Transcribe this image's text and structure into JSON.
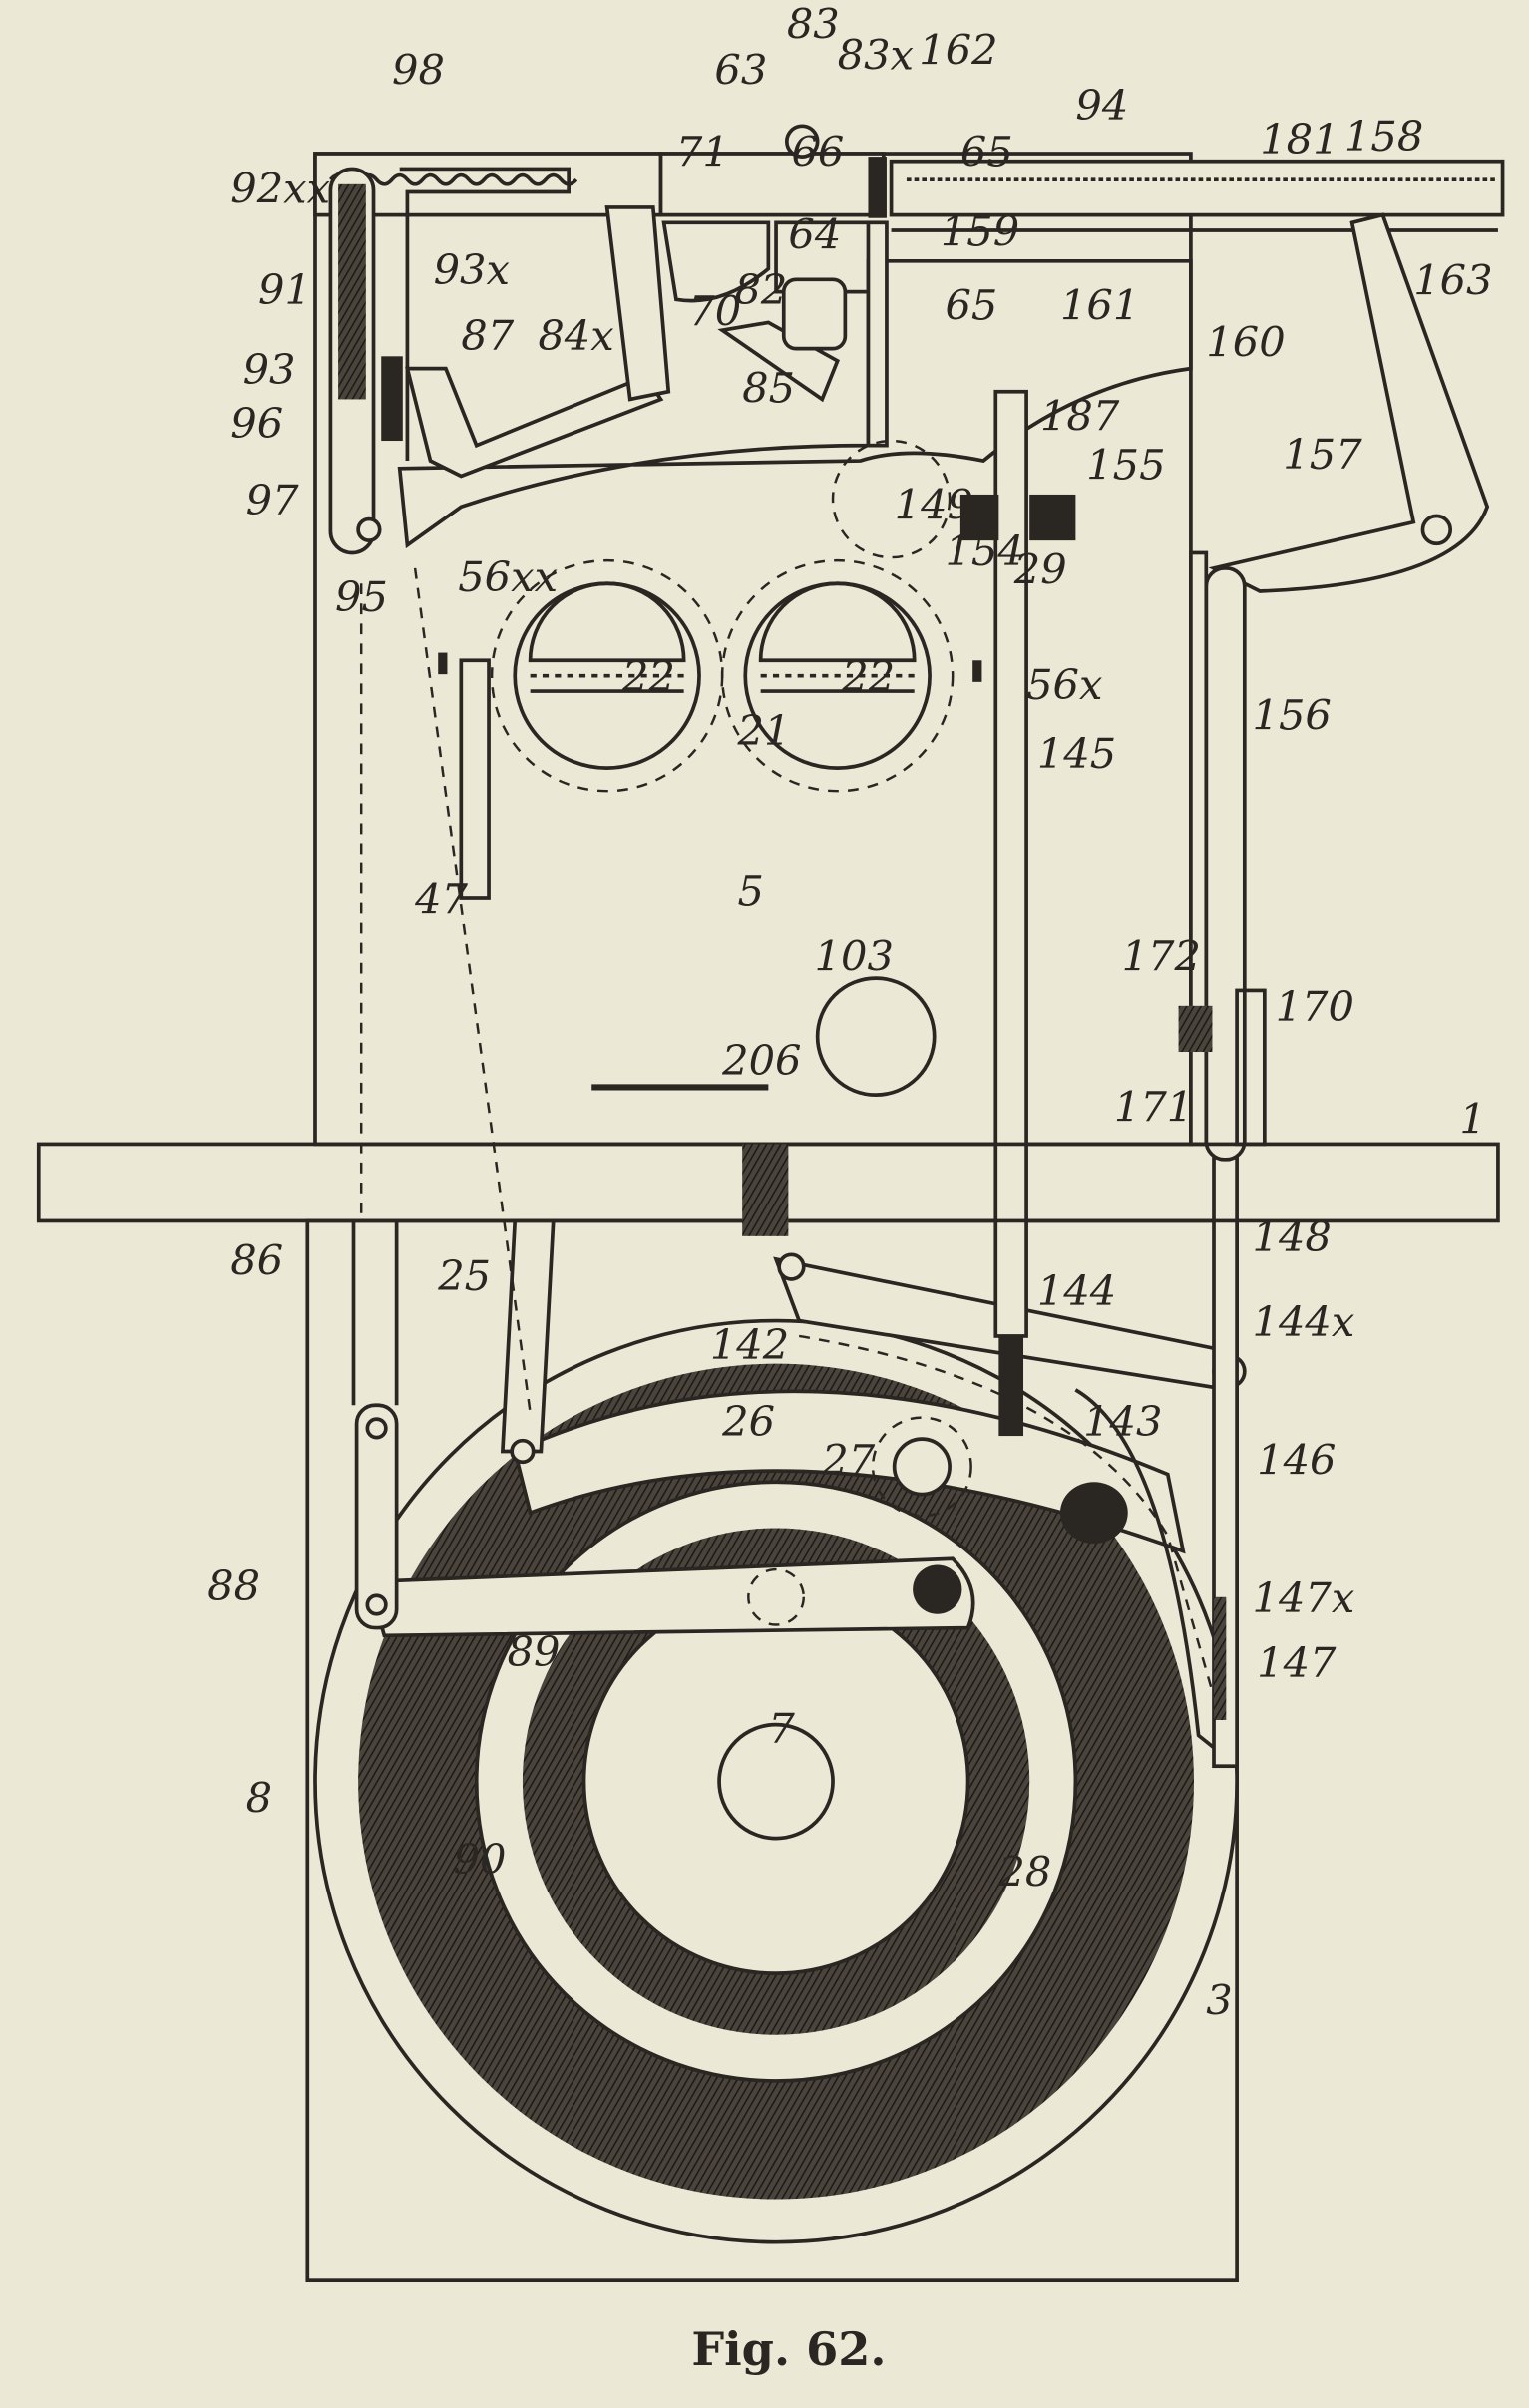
{
  "figure": {
    "caption": "Fig. 62.",
    "labels": [
      "98",
      "63",
      "83",
      "83x",
      "162",
      "94",
      "181",
      "158",
      "71",
      "66",
      "65",
      "64",
      "159",
      "92xx",
      "93x",
      "91",
      "87",
      "84x",
      "70",
      "82",
      "85",
      "65",
      "161",
      "163",
      "160",
      "93",
      "96",
      "97",
      "95",
      "56xx",
      "187",
      "155",
      "149",
      "154",
      "29",
      "157",
      "156",
      "22",
      "22",
      "21",
      "56x",
      "145",
      "5",
      "47",
      "103",
      "172",
      "170",
      "206",
      "171",
      "1",
      "86",
      "25",
      "148",
      "142",
      "144",
      "144x",
      "143",
      "26",
      "27",
      "146",
      "88",
      "89",
      "147x",
      "147",
      "7",
      "8",
      "90",
      "28",
      "3"
    ]
  },
  "colors": {
    "paper": "#ebe8d6",
    "ink": "#2a2622"
  }
}
